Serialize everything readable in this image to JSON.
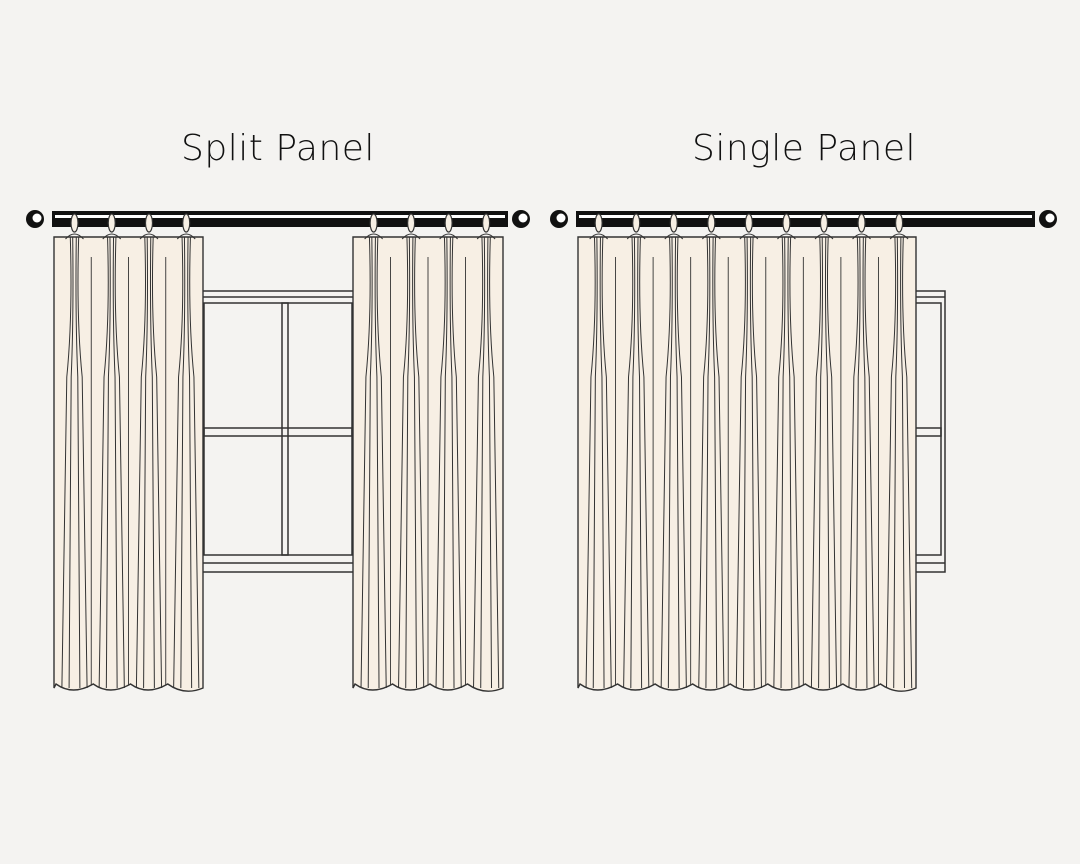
{
  "titles": {
    "split": "Split Panel",
    "single": "Single Panel"
  },
  "colors": {
    "background": "#f4f3f1",
    "fabric": "#f7efe4",
    "outline": "#333333",
    "rod": "#111111"
  },
  "split_panel": {
    "panels": 2,
    "pleats_per_panel": 4
  },
  "single_panel": {
    "panels": 1,
    "pleats_per_panel": 9
  }
}
